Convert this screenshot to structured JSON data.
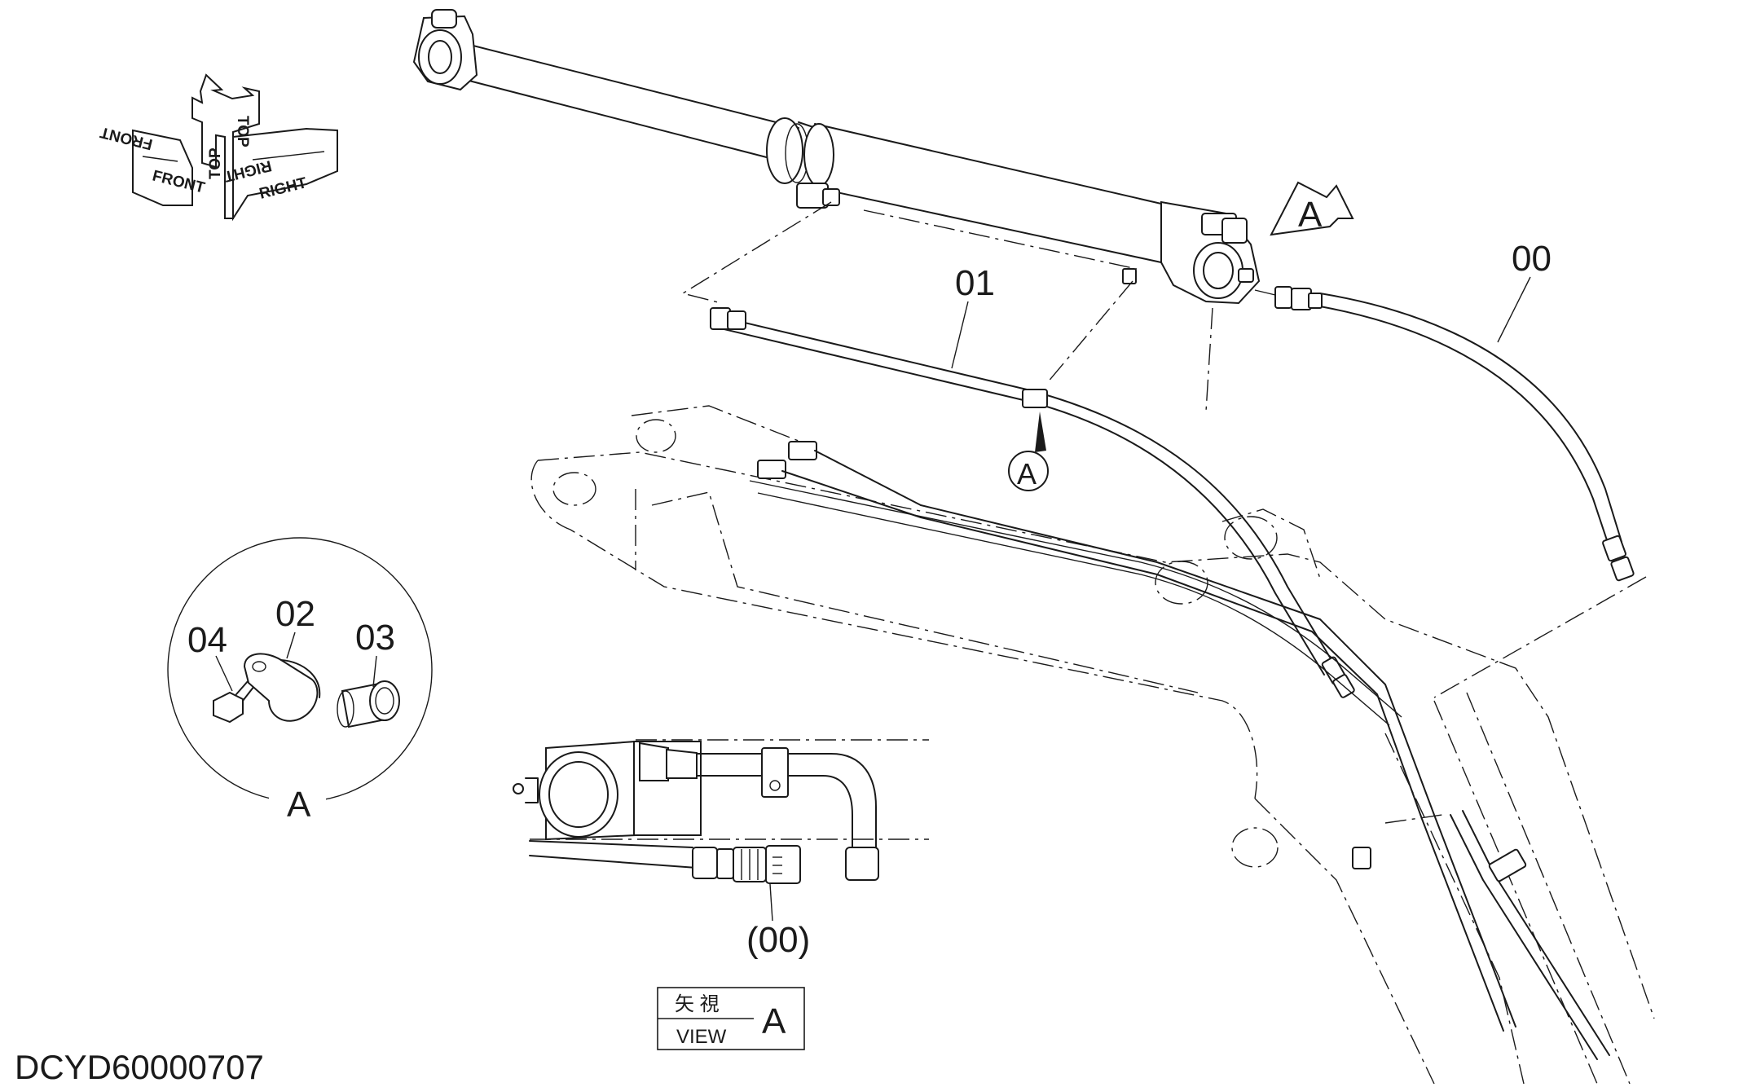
{
  "drawing_code": "DCYD60000707",
  "orientation_labels": {
    "front": "FRONT",
    "top": "TOP",
    "right": "RIGHT"
  },
  "part_labels": {
    "hose_00": "00",
    "hose_01": "01",
    "clamp_02": "02",
    "spacer_03": "03",
    "bolt_04": "04",
    "hose_00_view": "(00)"
  },
  "detail_labels": {
    "callout_a": "A",
    "detail_a_caption": "A",
    "view_arrow_a": "A"
  },
  "view_box": {
    "kanji": "矢 視",
    "view": "VIEW",
    "letter": "A"
  }
}
